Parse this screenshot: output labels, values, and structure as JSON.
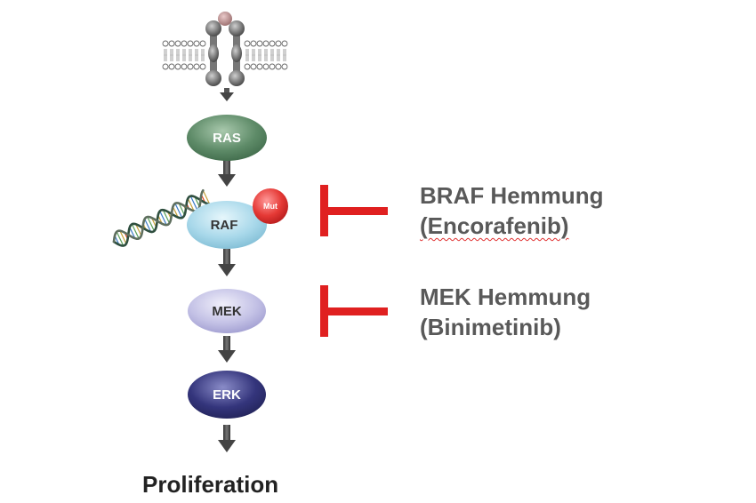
{
  "pathway": {
    "nodes": [
      {
        "id": "ras",
        "label": "RAS",
        "color": "#5e8b68"
      },
      {
        "id": "raf",
        "label": "RAF",
        "color": "#a8d8ea",
        "badge": "Mut",
        "badge_color": "#e53935"
      },
      {
        "id": "mek",
        "label": "MEK",
        "color": "#c4c2e6"
      },
      {
        "id": "erk",
        "label": "ERK",
        "color": "#34357c"
      }
    ],
    "output": "Proliferation"
  },
  "inhibitors": [
    {
      "title": "BRAF Hemmung",
      "drug": "(Encorafenib)",
      "target": "raf",
      "color": "#e02020"
    },
    {
      "title": "MEK Hemmung",
      "drug": "(Binimetinib)",
      "target": "mek",
      "color": "#e02020"
    }
  ],
  "icons": {
    "membrane": "cell-membrane-receptor-icon",
    "dna": "dna-helix-icon"
  }
}
